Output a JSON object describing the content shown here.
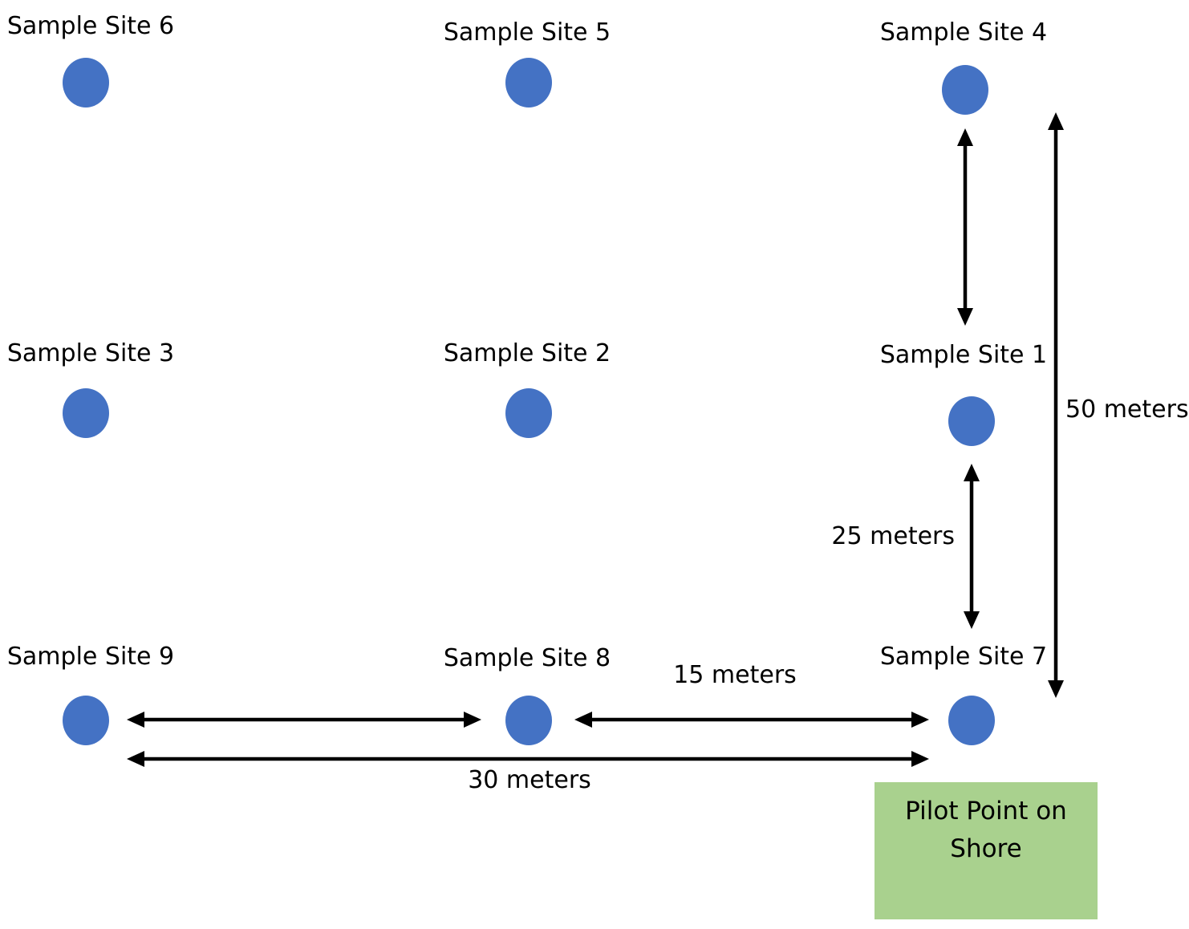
{
  "sites": [
    {
      "id": 6,
      "label": "Sample Site 6"
    },
    {
      "id": 5,
      "label": "Sample Site 5"
    },
    {
      "id": 4,
      "label": "Sample Site 4"
    },
    {
      "id": 3,
      "label": "Sample Site 3"
    },
    {
      "id": 2,
      "label": "Sample Site 2"
    },
    {
      "id": 1,
      "label": "Sample Site 1"
    },
    {
      "id": 9,
      "label": "Sample Site 9"
    },
    {
      "id": 8,
      "label": "Sample Site 8"
    },
    {
      "id": 7,
      "label": "Sample Site 7"
    }
  ],
  "dimensions": {
    "site4_to_site1": "",
    "site1_to_site7": "25 meters",
    "site4_to_site7": "50 meters",
    "site9_to_site8": "",
    "site8_to_site7": "15 meters",
    "site9_to_site7": "30 meters"
  },
  "shore": {
    "line1": "Pilot Point on",
    "line2": "Shore"
  },
  "colors": {
    "site_dot": "#4472C4",
    "shore_box": "#A9D18E",
    "arrow": "#000000"
  }
}
